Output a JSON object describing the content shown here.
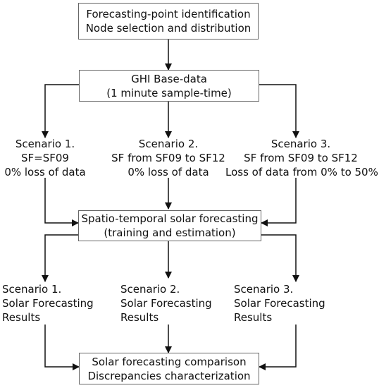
{
  "diagram": {
    "colors": {
      "line": "#111111",
      "box_border": "#666666",
      "text": "#111111",
      "background": "#ffffff"
    },
    "boxes": {
      "identification": {
        "lines": [
          "Forecasting-point identification",
          "Node selection and distribution"
        ]
      },
      "base_data": {
        "lines": [
          "GHI Base-data",
          "(1 minute sample-time)"
        ]
      },
      "forecasting": {
        "lines": [
          "Spatio-temporal solar forecasting",
          "(training and estimation)"
        ]
      },
      "comparison": {
        "lines": [
          "Solar forecasting comparison",
          "Discrepancies characterization"
        ]
      }
    },
    "scenarios": [
      {
        "lines": [
          "Scenario 1.",
          "SF=SF09",
          "0% loss of data"
        ]
      },
      {
        "lines": [
          "Scenario 2.",
          "SF from SF09 to SF12",
          "0% loss of data"
        ]
      },
      {
        "lines": [
          "Scenario 3.",
          "SF from SF09 to SF12",
          "Loss of data from 0% to 50%"
        ]
      }
    ],
    "results": [
      {
        "lines": [
          "Scenario 1.",
          "Solar Forecasting",
          "Results"
        ]
      },
      {
        "lines": [
          "Scenario 2.",
          "Solar Forecasting",
          "Results"
        ]
      },
      {
        "lines": [
          "Scenario 3.",
          "Solar Forecasting",
          "Results"
        ]
      }
    ]
  }
}
